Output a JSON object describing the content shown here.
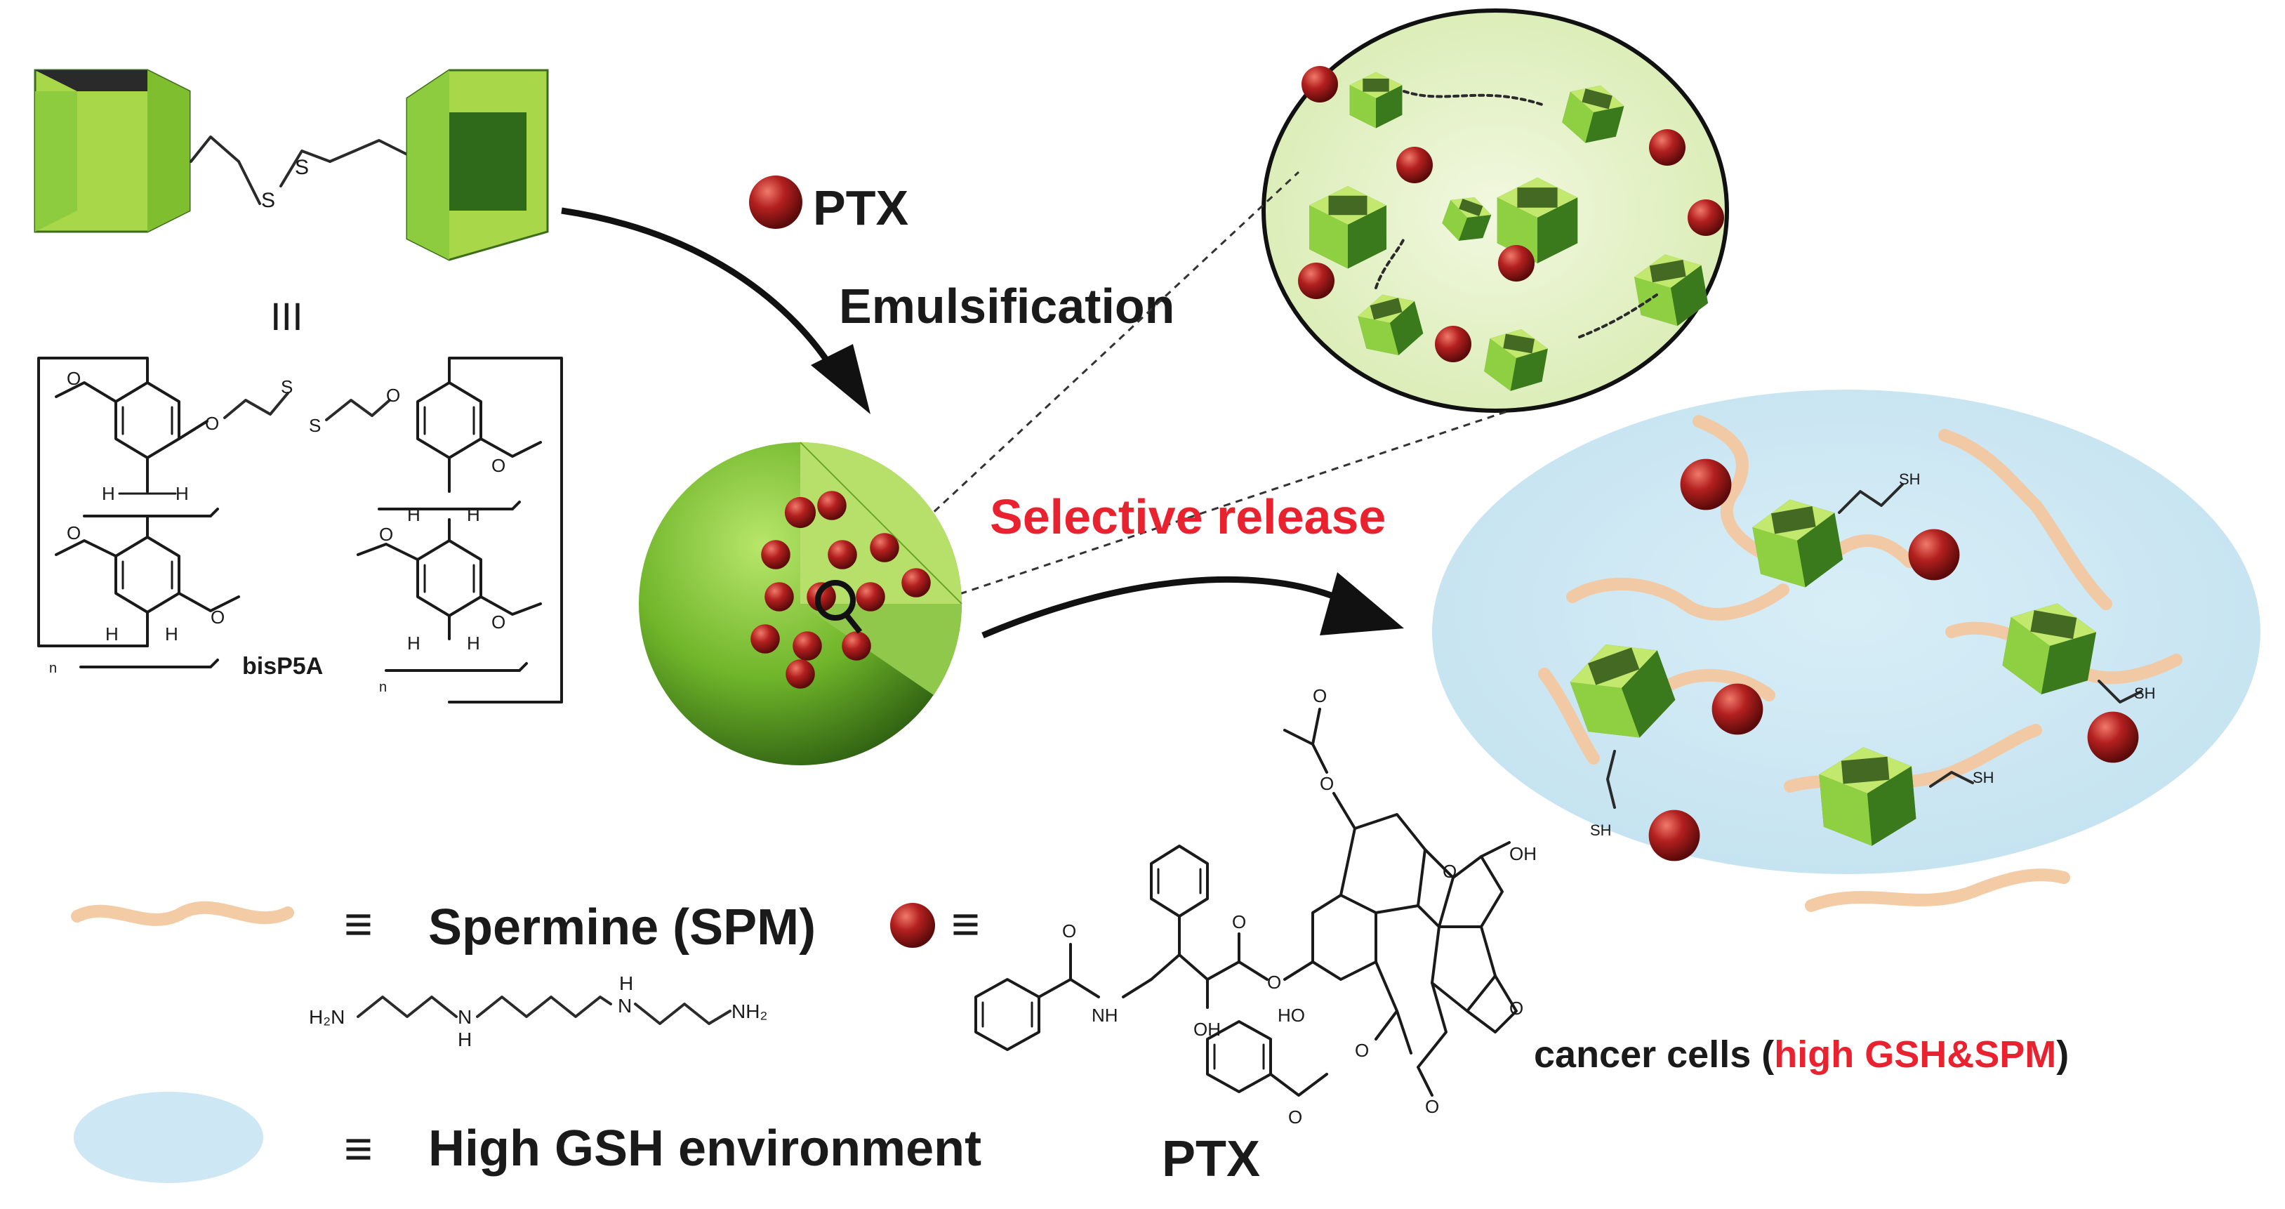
{
  "labels": {
    "ptx_top": "PTX",
    "emulsification": "Emulsification",
    "selective_release": "Selective release",
    "identity_symbol": "III",
    "bisp5a": "bisP5A",
    "spermine": "Spermine (SPM)",
    "equiv": "≡",
    "high_gsh": "High GSH environment",
    "ptx_bottom": "PTX",
    "cancer_prefix": "cancer cells (",
    "cancer_highlight": "high GSH&SPM",
    "cancer_suffix": ")"
  },
  "chem": {
    "S": "S",
    "O": "O",
    "H": "H",
    "OH": "OH",
    "HO": "HO",
    "NH": "NH",
    "N_H": "N",
    "H2N": "H₂N",
    "NH2": "NH₂",
    "SH": "SH",
    "n": "n"
  },
  "colors": {
    "cube_light": "#a8d84a",
    "cube_mid": "#7fbf2f",
    "cube_dark": "#2f6a1a",
    "ptx_ball": "#a61c1c",
    "highlight_red": "#e8222e",
    "spermine": "#f2c8a0",
    "gsh_env": "#cde8f4",
    "emulsion_fill": "#e9f3cf"
  }
}
